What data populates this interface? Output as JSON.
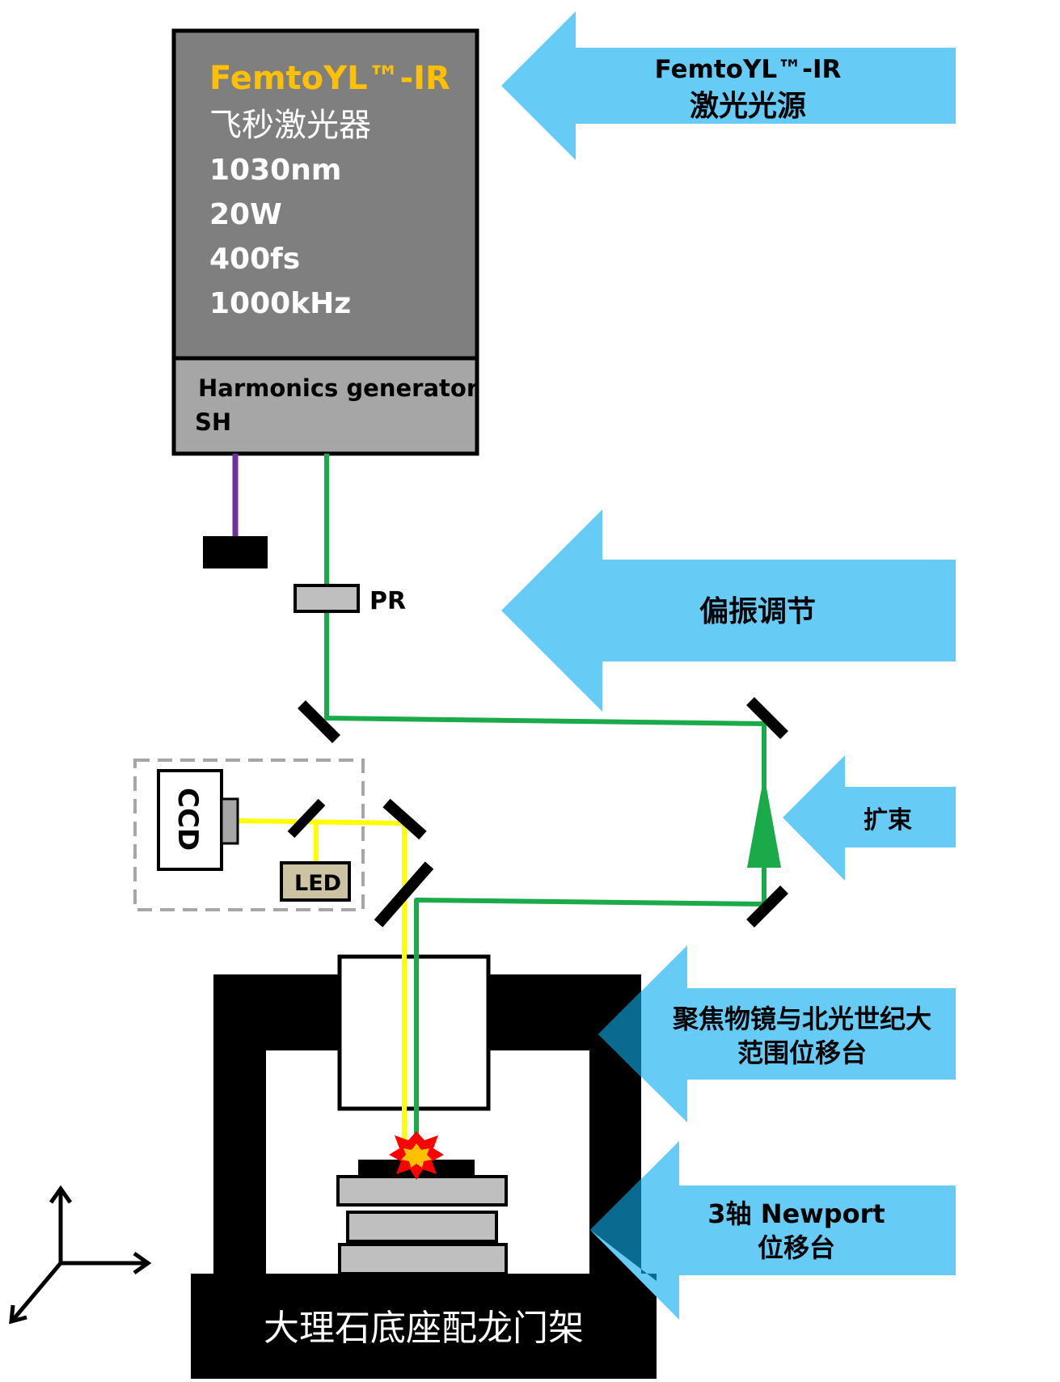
{
  "laser": {
    "title": "FemtoYL™-IR",
    "lines": [
      "飞秒激光器",
      "1030nm",
      "20W",
      "400fs",
      "1000kHz"
    ],
    "harmonics_line1": "Harmonics generator",
    "harmonics_line2": "SH"
  },
  "components": {
    "pr_label": "PR",
    "ccd_label": "CCD",
    "led_label": "LED",
    "base_label": "大理石底座配龙门架"
  },
  "callouts": {
    "source_line1": "FemtoYL™-IR",
    "source_line2": "激光光源",
    "polarization": "偏振调节",
    "expansion": "扩束",
    "objective_line1": "聚焦物镜与北光世纪大",
    "objective_line2": "范围位移台",
    "stage_line1": "3轴 Newport",
    "stage_line2": "位移台"
  },
  "colors": {
    "arrow_fill": "#66ccf5",
    "arrow_dark": "#0a6a8f",
    "green_beam": "#1aaa4a",
    "yellow_beam": "#ffff00",
    "purple_beam": "#7030a0",
    "laser_body": "#7f7f7f",
    "laser_title": "#ffc000",
    "harmonics_box": "#a6a6a6",
    "led_fill": "#ccc3a3"
  }
}
